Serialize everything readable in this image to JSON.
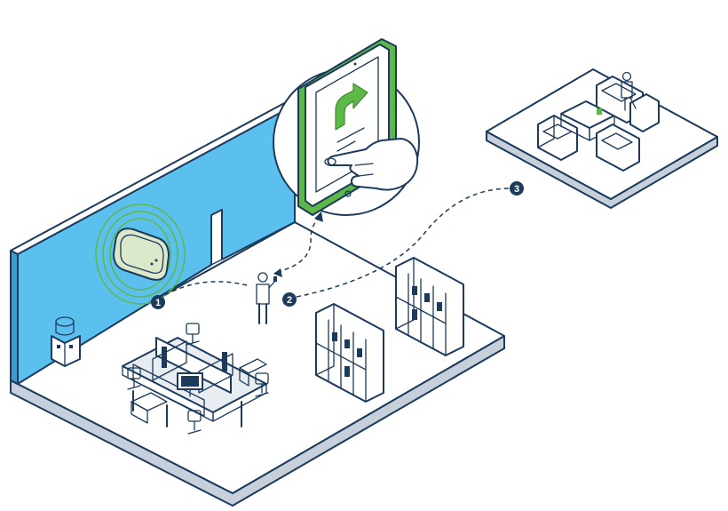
{
  "colors": {
    "outline": "#1b3a5c",
    "wall_blue": "#5bc0ee",
    "floor": "#ffffff",
    "shadow": "#d7dce3",
    "accent_green": "#5cb947",
    "step_badge": "#1b3a5c"
  },
  "steps": [
    {
      "label": "1"
    },
    {
      "label": "2"
    },
    {
      "label": "3"
    }
  ],
  "icons": [
    "wifi-access-point-icon",
    "tablet-icon",
    "hand-tap-icon",
    "turn-right-arrow-icon",
    "person-icon",
    "water-cooler-icon",
    "bookshelf-icon",
    "desk-cluster-icon",
    "lounge-chairs-icon"
  ]
}
